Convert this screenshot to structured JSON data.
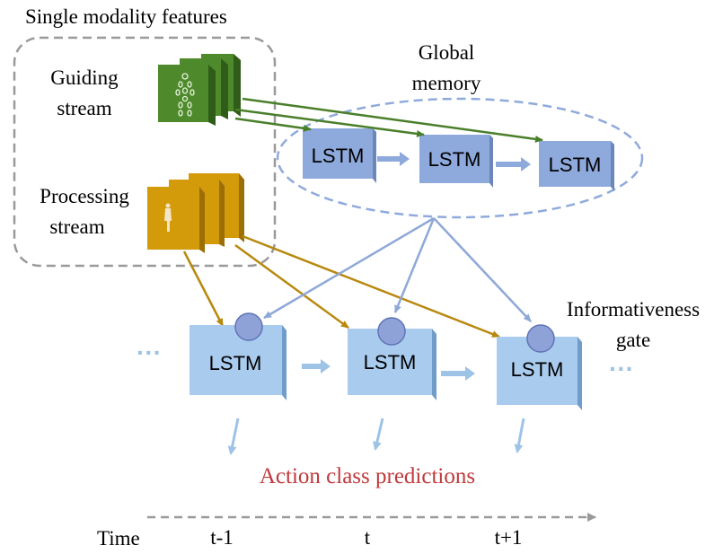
{
  "labels": {
    "single_modality": "Single modality features",
    "guiding": [
      "Guiding",
      "stream"
    ],
    "processing": [
      "Processing",
      "stream"
    ],
    "global_memory": [
      "Global",
      "memory"
    ],
    "informativeness": [
      "Informativeness",
      "gate"
    ],
    "lstm": "LSTM",
    "action_predictions": "Action class predictions",
    "time": "Time",
    "time_ticks": [
      "t-1",
      "t",
      "t+1"
    ],
    "ellipsis": "···"
  },
  "colors": {
    "guiding": "#4e8a2c",
    "processing": "#d39a0a",
    "lstm_global": "#8ea9dc",
    "lstm_main": "#a9cbee",
    "gate": "#8fa2d8",
    "arrow_blue": "#9dc3e6",
    "dashed_gray": "#999999",
    "ellipse_blue": "#8faadc",
    "prediction_text": "#c0393b",
    "line_guiding": "#4a7f2a",
    "line_processing": "#b8880e",
    "line_gate": "#8ea8d8"
  }
}
